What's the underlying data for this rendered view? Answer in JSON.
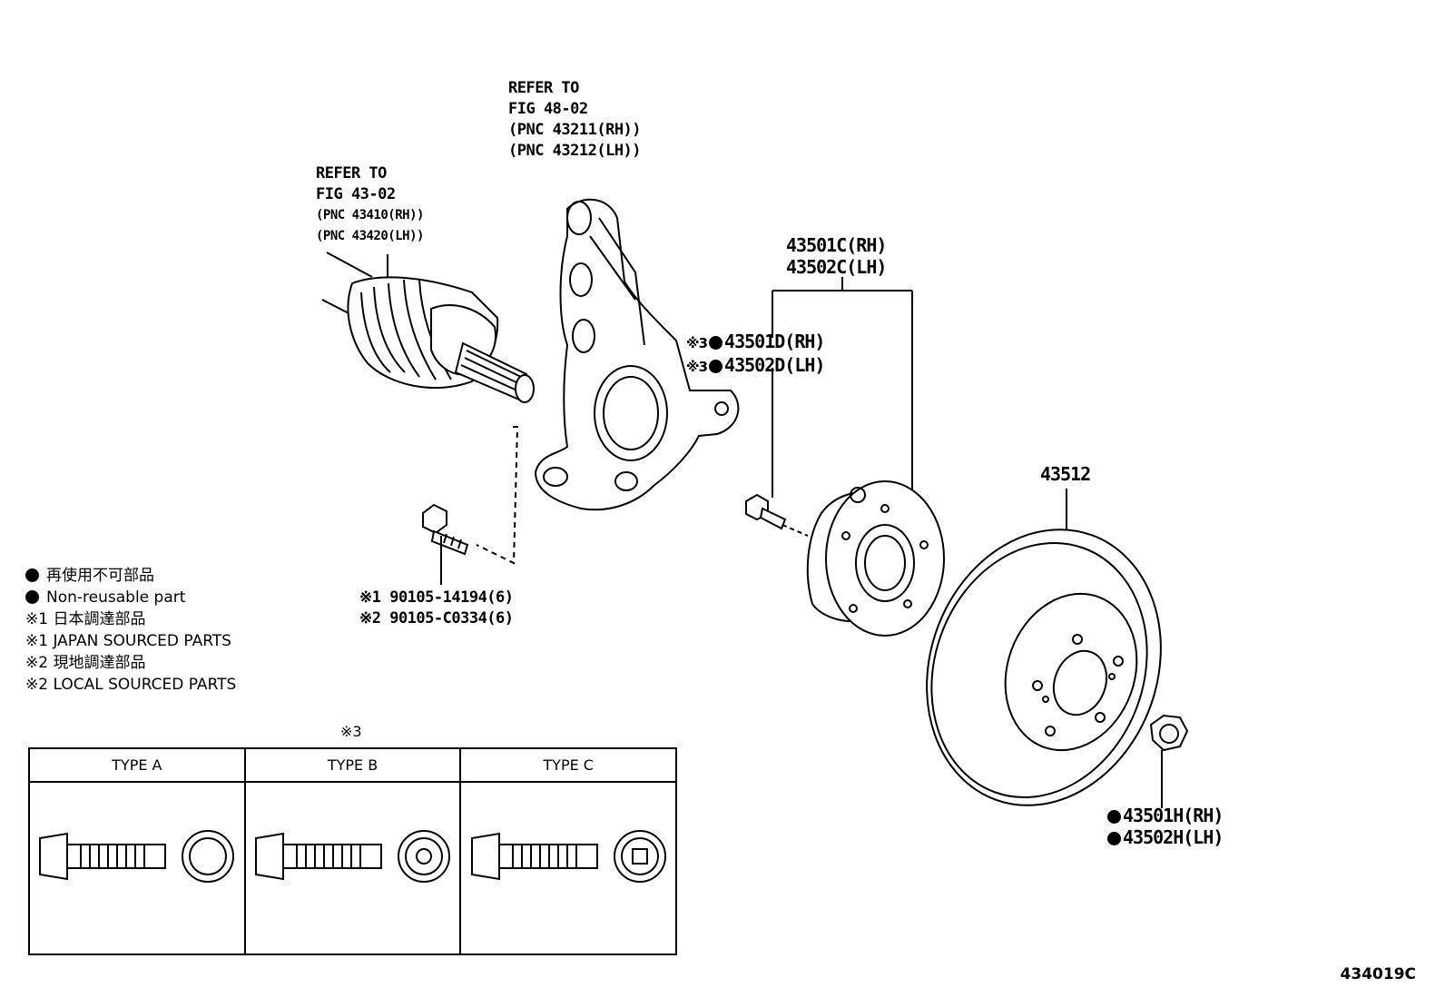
{
  "refs": {
    "axle": {
      "line1": "REFER TO",
      "line2": "FIG 43-02",
      "line3": "(PNC 43410(RH))",
      "line4": "(PNC 43420(LH))"
    },
    "knuckle": {
      "line1": "REFER TO",
      "line2": "FIG 48-02",
      "line3": "(PNC 43211(RH))",
      "line4": "(PNC 43212(LH))"
    }
  },
  "parts": {
    "hub_assy": {
      "rh": "43501C(RH)",
      "lh": "43502C(LH)"
    },
    "hub_bolt": {
      "mark": "※3",
      "rh": "43501D(RH)",
      "lh": "43502D(LH)"
    },
    "disc": "43512",
    "nut": {
      "rh": "43501H(RH)",
      "lh": "43502H(LH)"
    },
    "bolt": {
      "line1": "※1 90105-14194(6)",
      "line2": "※2 90105-C0334(6)"
    }
  },
  "legend": [
    {
      "dot": true,
      "text": "再使用不可部品"
    },
    {
      "dot": true,
      "text": "Non-reusable part"
    },
    {
      "dot": false,
      "text": "※1 日本調達部品"
    },
    {
      "dot": false,
      "text": "※1 JAPAN SOURCED PARTS"
    },
    {
      "dot": false,
      "text": "※2 現地調達部品"
    },
    {
      "dot": false,
      "text": "※2 LOCAL SOURCED PARTS"
    }
  ],
  "type_table": {
    "mark": "※3",
    "columns": [
      "TYPE A",
      "TYPE B",
      "TYPE C"
    ]
  },
  "drawing_code": "434019C"
}
